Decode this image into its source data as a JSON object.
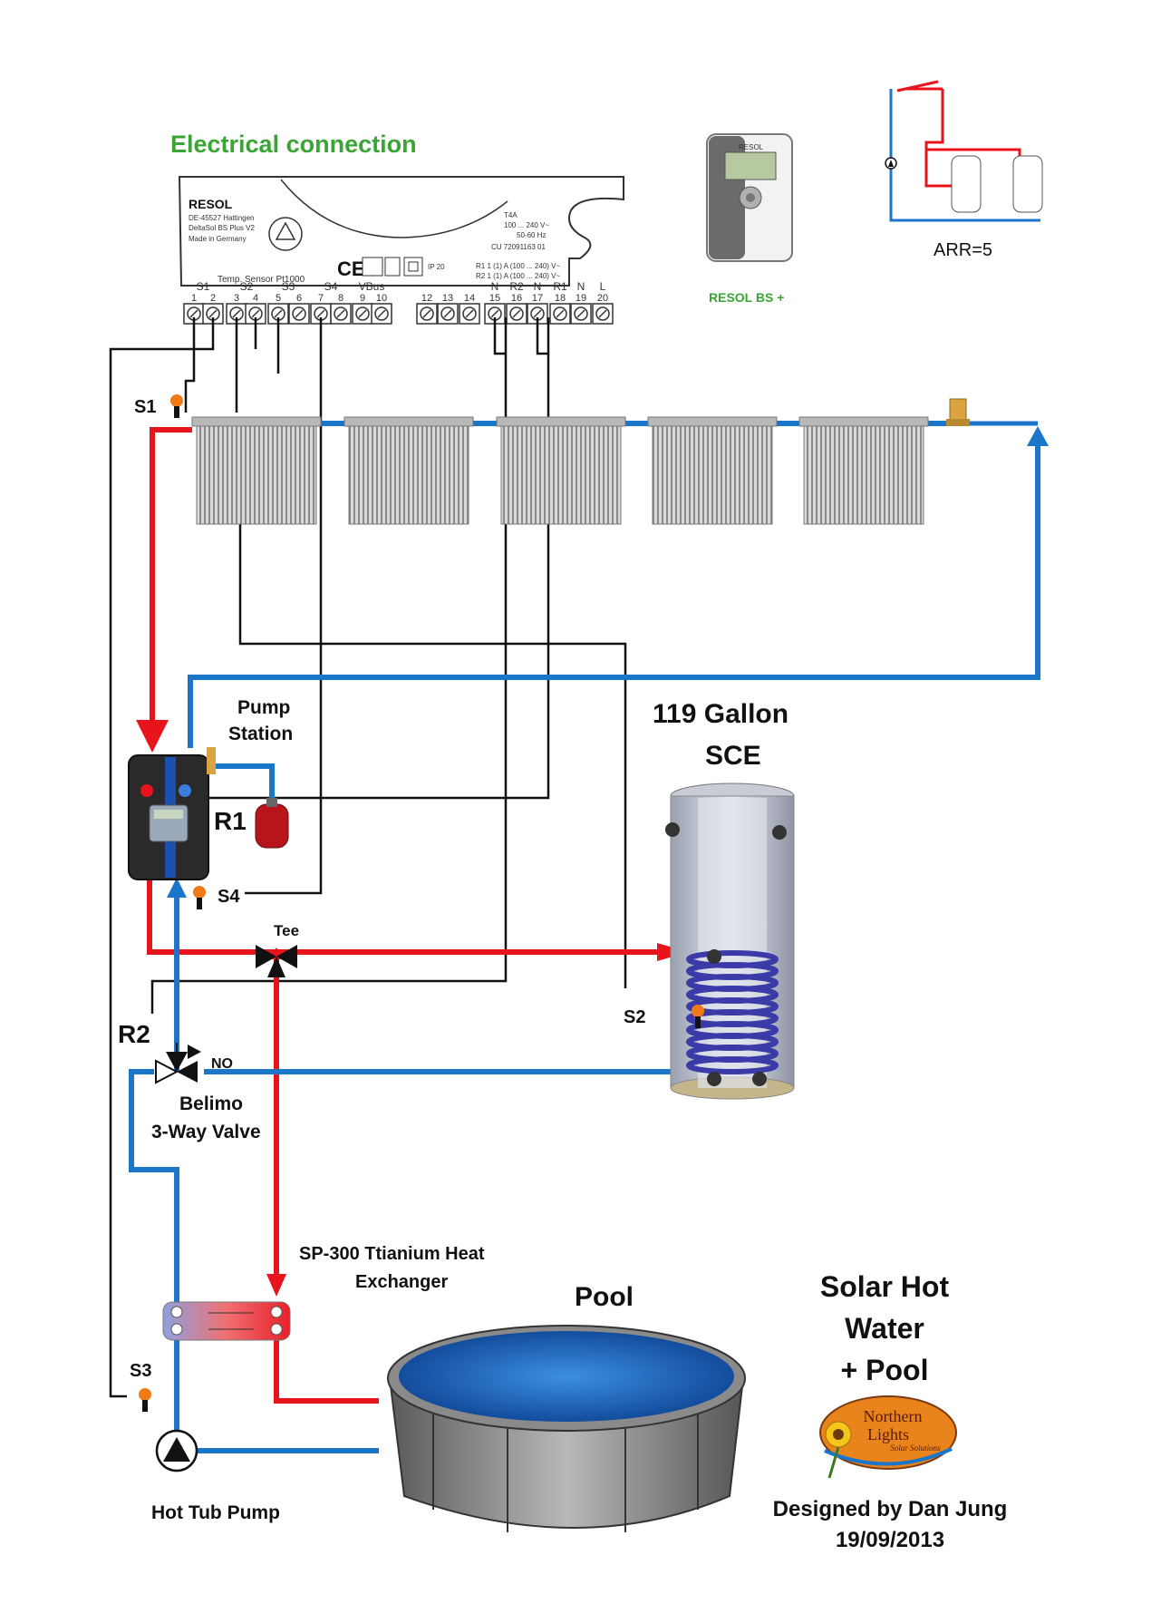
{
  "controller": {
    "heading": "Electrical connection",
    "brand": "RESOL",
    "address": "DE-45527 Hattingen",
    "model": "DeltaSol BS Plus V2",
    "made_in": "Made in Germany",
    "ce_mark": "CE",
    "ip_rating": "IP 20",
    "sensor_label": "Temp. Sensor Pt1000",
    "fuse": "T4A",
    "voltage": "100 ... 240 V~",
    "frequency": "50-60 Hz",
    "code": "CU 72091163 01",
    "relay_r1": "R1 1 (1) A (100 ... 240) V~",
    "relay_r2": "R2 1 (1) A (100 ... 240) V~",
    "group_labels": [
      "S1",
      "S2",
      "S3",
      "S4",
      "VBus",
      "N",
      "R2",
      "N",
      "R1",
      "N",
      "L"
    ],
    "terminals": [
      "1",
      "2",
      "3",
      "4",
      "5",
      "6",
      "7",
      "8",
      "9",
      "10",
      "12",
      "13",
      "14",
      "15",
      "16",
      "17",
      "18",
      "19",
      "20"
    ]
  },
  "device": {
    "name": "RESOL BS +",
    "display_brand": "RESOL"
  },
  "schematic_inset": {
    "caption": "ARR=5"
  },
  "labels": {
    "s1": "S1",
    "s2": "S2",
    "s3": "S3",
    "s4": "S4",
    "r1": "R1",
    "r2": "R2",
    "pump_station_line1": "Pump",
    "pump_station_line2": "Station",
    "tank_line1": "119 Gallon",
    "tank_line2": "SCE",
    "tee": "Tee",
    "no": "NO",
    "valve_line1": "Belimo",
    "valve_line2": "3-Way Valve",
    "hx_line1": "SP-300 Ttianium Heat",
    "hx_line2": "Exchanger",
    "pool": "Pool",
    "hot_tub_pump": "Hot Tub Pump",
    "title_line1": "Solar Hot",
    "title_line2": "Water",
    "title_line3": "+ Pool",
    "logo_line1": "Northern",
    "logo_line2": "Lights",
    "logo_tagline": "Solar Solutions",
    "designer": "Designed by Dan Jung",
    "date": "19/09/2013"
  },
  "colors": {
    "hot": "#e8141b",
    "cold": "#1b75c9",
    "wire": "#111111",
    "heading": "#3aa535",
    "sensor": "#f07b16"
  }
}
